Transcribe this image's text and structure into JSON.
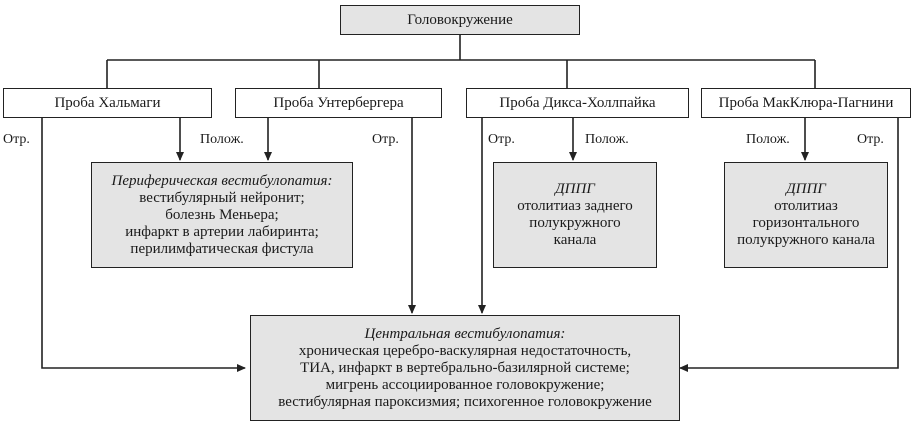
{
  "root": {
    "label": "Головокружение"
  },
  "tests": [
    {
      "label": "Проба Хальмаги"
    },
    {
      "label": "Проба Унтербергера"
    },
    {
      "label": "Проба Дикса-Холлпайка"
    },
    {
      "label": "Проба МакКлюра-Пагнини"
    }
  ],
  "edge_labels": {
    "neg": "Отр.",
    "pos": "Полож."
  },
  "peripheral": {
    "title": "Периферическая вестибулопатия:",
    "lines": [
      "вестибулярный нейронит;",
      "болезнь Меньера;",
      "инфаркт в артерии лабиринта;",
      "перилимфатическая фистула"
    ]
  },
  "bppv_posterior": {
    "title": "ДППГ",
    "lines": [
      "отолитиаз заднего",
      "полукружного",
      "канала"
    ]
  },
  "bppv_horizontal": {
    "title": "ДППГ",
    "lines": [
      "отолитиаз",
      "горизонтального",
      "полукружного канала"
    ]
  },
  "central": {
    "title": "Центральная вестибулопатия:",
    "lines": [
      "хроническая церебро-васкулярная недостаточность,",
      "ТИА, инфаркт в вертебрально-базилярной системе;",
      "мигрень ассоциированное головокружение;",
      "вестибулярная пароксизмия; психогенное головокружение"
    ]
  }
}
